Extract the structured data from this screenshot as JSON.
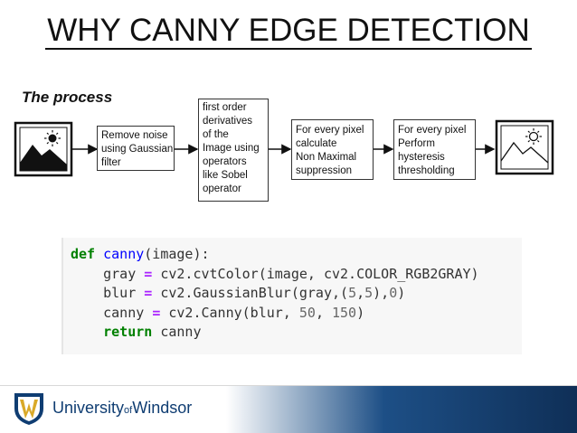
{
  "title": "WHY CANNY EDGE DETECTION",
  "subtitle": "The process",
  "flow": {
    "steps": [
      {
        "lines": [
          "Remove noise",
          "using Gaussian",
          "filter"
        ]
      },
      {
        "lines": [
          "first order",
          "derivatives",
          "of the",
          "Image using",
          "operators",
          "like Sobel",
          "operator"
        ]
      },
      {
        "lines": [
          "For every pixel",
          "calculate",
          "Non Maximal",
          "suppression"
        ]
      },
      {
        "lines": [
          "For every pixel",
          "Perform",
          "hysteresis",
          "thresholding"
        ]
      }
    ],
    "input_icon": "image-icon",
    "output_icon": "edge-image-icon"
  },
  "code": {
    "language": "python",
    "lines": [
      {
        "tokens": [
          {
            "t": "def",
            "c": "kw"
          },
          {
            "t": " "
          },
          {
            "t": "canny",
            "c": "fn"
          },
          {
            "t": "(image):"
          }
        ]
      },
      {
        "tokens": [
          {
            "t": "    gray "
          },
          {
            "t": "=",
            "c": "op"
          },
          {
            "t": " cv2.cvtColor(image, cv2.COLOR_RGB2GRAY)"
          }
        ]
      },
      {
        "tokens": [
          {
            "t": "    blur "
          },
          {
            "t": "=",
            "c": "op"
          },
          {
            "t": " cv2.GaussianBlur(gray,("
          },
          {
            "t": "5",
            "c": "num"
          },
          {
            "t": ","
          },
          {
            "t": "5",
            "c": "num"
          },
          {
            "t": "),"
          },
          {
            "t": "0",
            "c": "num"
          },
          {
            "t": ")"
          }
        ]
      },
      {
        "tokens": [
          {
            "t": "    canny "
          },
          {
            "t": "=",
            "c": "op"
          },
          {
            "t": " cv2.Canny(blur, "
          },
          {
            "t": "50",
            "c": "num"
          },
          {
            "t": ", "
          },
          {
            "t": "150",
            "c": "num"
          },
          {
            "t": ")"
          }
        ]
      },
      {
        "tokens": [
          {
            "t": "    "
          },
          {
            "t": "return",
            "c": "kw"
          },
          {
            "t": " canny"
          }
        ]
      }
    ]
  },
  "footer": {
    "logo_name": "University",
    "logo_of": "of",
    "logo_place": "Windsor",
    "colors": {
      "brand_blue": "#0f3d72",
      "band_dark": "#0f2f57",
      "shield_gold": "#d9a928"
    }
  }
}
